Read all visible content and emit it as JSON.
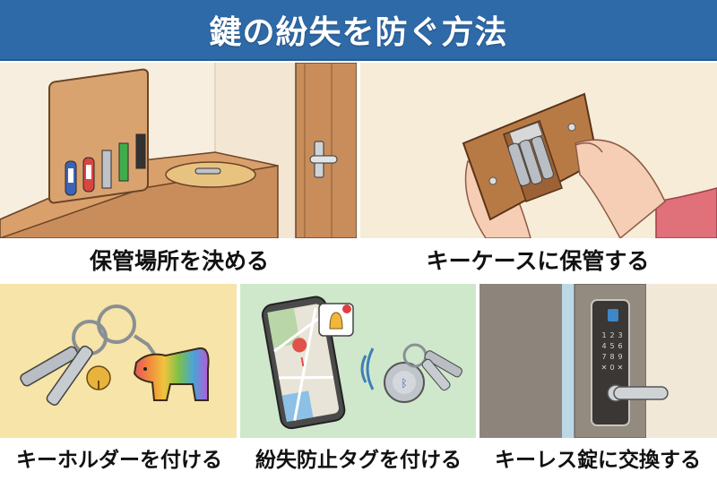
{
  "header": {
    "title": "鍵の紛失を防ぐ方法",
    "background_color": "#2f6aa8",
    "text_color": "#ffffff"
  },
  "panels": [
    {
      "id": "storage-place",
      "caption": "保管場所を決める",
      "illustration": "wooden key rack with five keys (blue tag, red tag, silver, green, black) and a key tray on an entryway shelf next to a door with lever handle",
      "background_color": "#f7ecdc"
    },
    {
      "id": "key-case",
      "caption": "キーケースに保管する",
      "illustration": "hands opening a brown leather key case holding three silver keys",
      "background_color": "#f6ecd8"
    },
    {
      "id": "key-holder",
      "caption": "キーホルダーを付ける",
      "illustration": "two silver keys on a key ring with a gold bell and a rainbow horse-shaped keychain",
      "background_color": "#f6e4a8"
    },
    {
      "id": "tracker-tag",
      "caption": "紛失防止タグを付ける",
      "illustration": "smartphone showing a map with location pin and bell notification, signal waves to a round Bluetooth tracker tag attached to keys",
      "background_color": "#cfe8cc"
    },
    {
      "id": "keyless-lock",
      "caption": "キーレス錠に交換する",
      "illustration": "door with electronic keypad smart lock, fingerprint sensor and lever handle",
      "background_color": "#8d847b",
      "keypad": [
        "1",
        "2",
        "3",
        "4",
        "5",
        "6",
        "7",
        "8",
        "9",
        "✕",
        "0",
        "✕"
      ]
    }
  ]
}
